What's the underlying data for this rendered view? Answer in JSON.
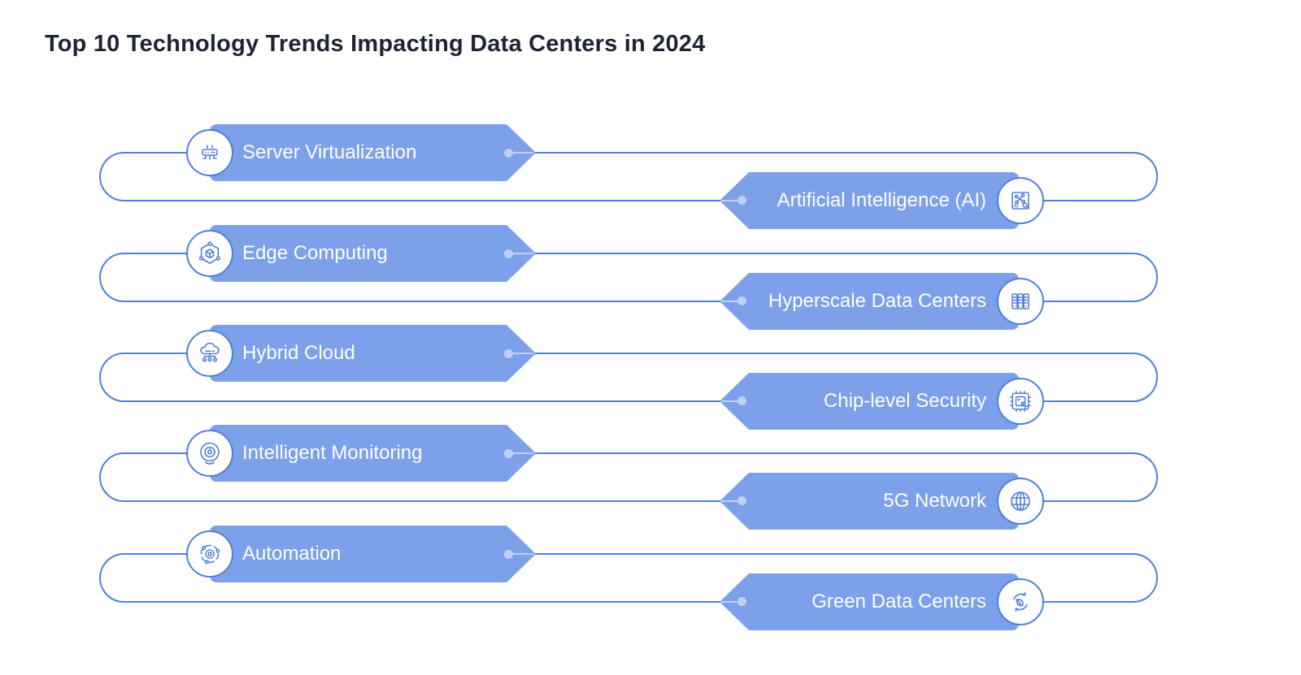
{
  "title": "Top 10 Technology Trends Impacting Data Centers in 2024",
  "colors": {
    "banner_fill": "#7ca0e9",
    "connector_line": "#5081d6",
    "icon_stroke": "#4f80d6",
    "dot": "#becff4",
    "banner_text": "#ffffff",
    "title_text": "#1e2433",
    "background": "#ffffff"
  },
  "trends": [
    {
      "label": "Server Virtualization",
      "side": "left",
      "icon": "server-virtualization-icon"
    },
    {
      "label": "Artificial Intelligence (AI)",
      "side": "right",
      "icon": "artificial-intelligence-icon"
    },
    {
      "label": "Edge Computing",
      "side": "left",
      "icon": "edge-computing-icon"
    },
    {
      "label": "Hyperscale Data Centers",
      "side": "right",
      "icon": "hyperscale-data-centers-icon"
    },
    {
      "label": "Hybrid Cloud",
      "side": "left",
      "icon": "hybrid-cloud-icon"
    },
    {
      "label": "Chip-level Security",
      "side": "right",
      "icon": "chip-level-security-icon"
    },
    {
      "label": "Intelligent Monitoring",
      "side": "left",
      "icon": "intelligent-monitoring-icon"
    },
    {
      "label": "5G Network",
      "side": "right",
      "icon": "5g-network-icon"
    },
    {
      "label": "Automation",
      "side": "left",
      "icon": "automation-icon"
    },
    {
      "label": "Green Data Centers",
      "side": "right",
      "icon": "green-data-centers-icon"
    }
  ]
}
